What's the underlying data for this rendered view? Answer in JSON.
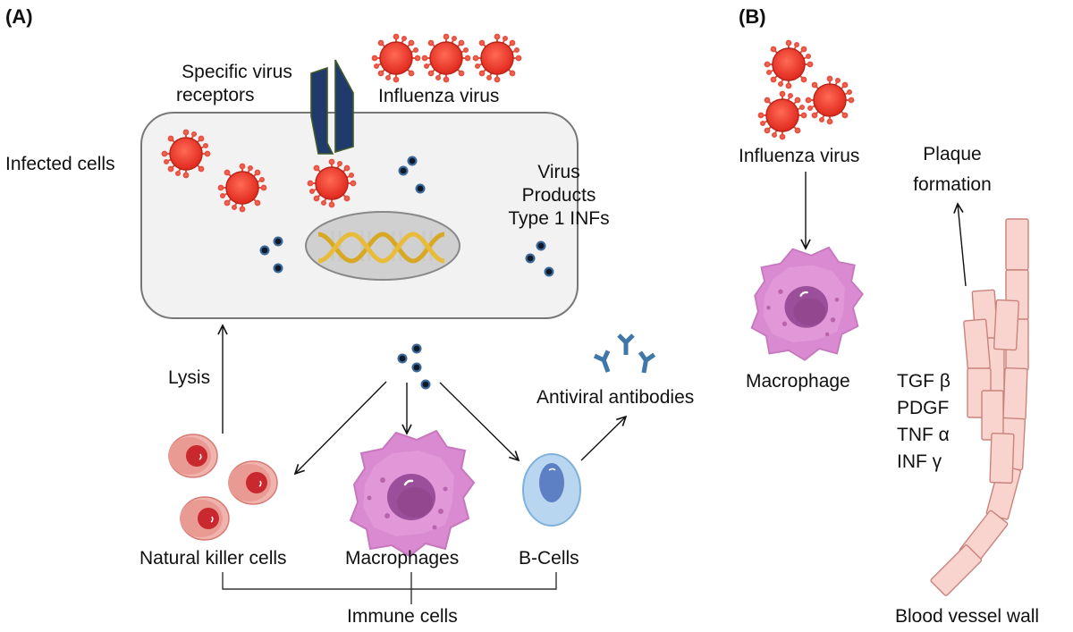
{
  "panels": {
    "a": {
      "label": "(A)",
      "receptors_line1": "Specific virus",
      "receptors_line2": "receptors",
      "influenza": "Influenza virus",
      "infected_cells": "Infected cells",
      "virus_products_line1": "Virus",
      "virus_products_line2": "Products",
      "virus_products_line3": "Type 1 INFs",
      "lysis": "Lysis",
      "antibodies": "Antiviral antibodies",
      "nk_cells": "Natural killer cells",
      "macrophages": "Macrophages",
      "b_cells": "B-Cells",
      "immune_cells": "Immune cells"
    },
    "b": {
      "label": "(B)",
      "influenza": "Influenza virus",
      "plaque_line1": "Plaque",
      "plaque_line2": "formation",
      "macrophage": "Macrophage",
      "cytokines": [
        "TGF β",
        "PDGF",
        "TNF α",
        "INF γ"
      ],
      "vessel_wall": "Blood vessel wall"
    }
  },
  "colors": {
    "virus": "#e8372c",
    "receptor": "#1f3a6b",
    "cell_fill": "#f2f2f2",
    "macrophage": "#d98ad0",
    "nk_cell": "#e8a0a0",
    "b_cell": "#a9cdea",
    "antibody": "#3f78a8",
    "vessel": "#f9d3cd"
  }
}
